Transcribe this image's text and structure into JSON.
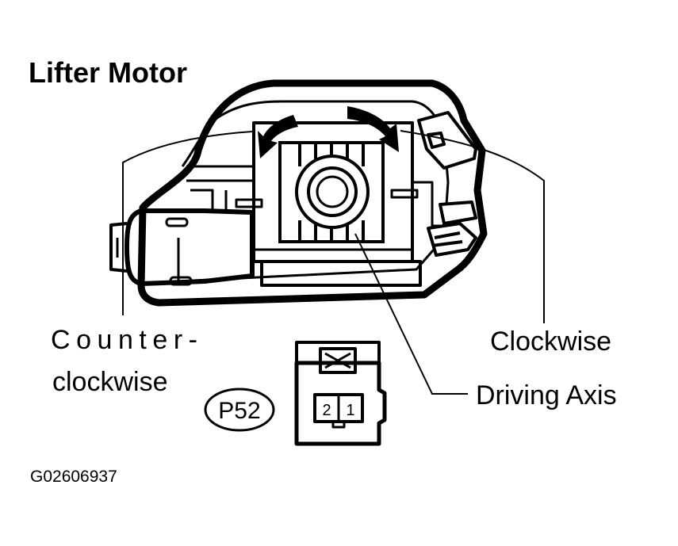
{
  "title": "Lifter Motor",
  "labels": {
    "counter_line1": "Counter-",
    "counter_line2": "clockwise",
    "clockwise": "Clockwise",
    "driving_axis": "Driving Axis"
  },
  "connector": {
    "code": "P52",
    "pins": [
      "2",
      "1"
    ]
  },
  "figure_id": "G02606937",
  "colors": {
    "ink": "#000000",
    "paper": "#ffffff"
  }
}
